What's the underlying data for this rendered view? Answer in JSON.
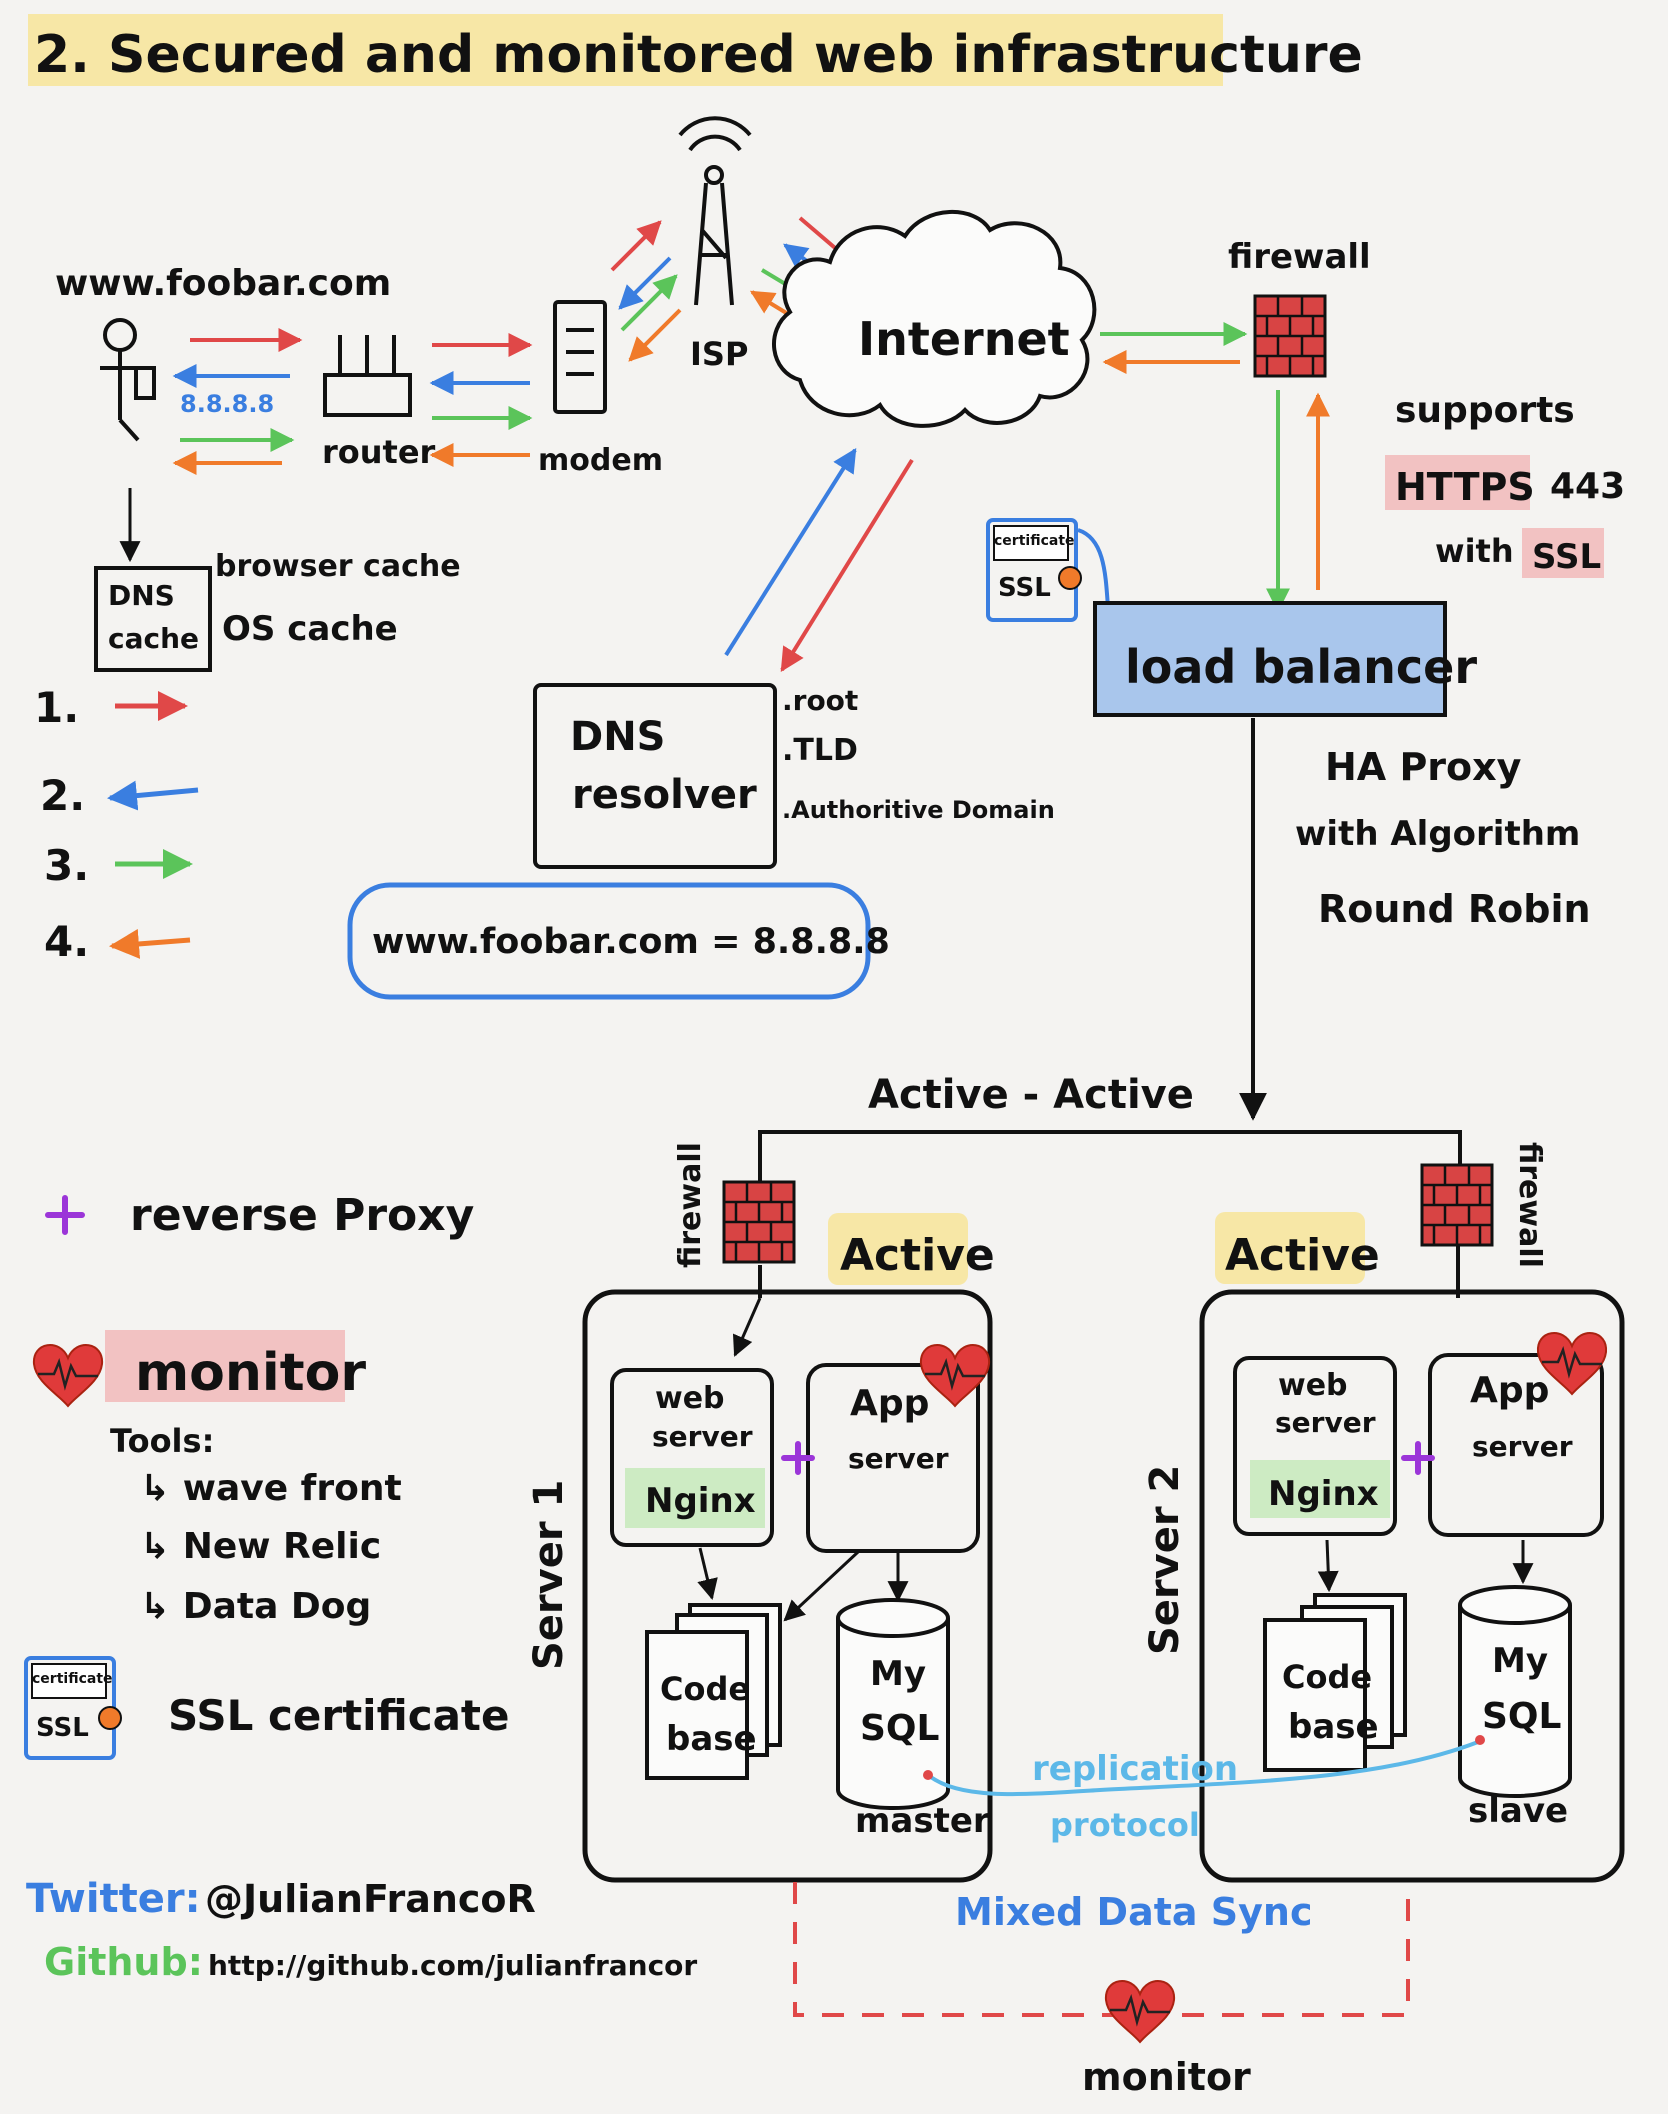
{
  "title": "2. Secured and monitored web infrastructure",
  "client": {
    "domain": "www.foobar.com",
    "ip": "8.8.8.8"
  },
  "dns_cache": {
    "box": [
      "DNS",
      "cache"
    ],
    "browser": "browser cache",
    "os": "OS cache"
  },
  "network": {
    "router": "router",
    "modem": "modem",
    "isp": "ISP",
    "internet": "Internet",
    "firewall": "firewall"
  },
  "https": {
    "supports": "supports",
    "protocol": "HTTPS",
    "port": "443",
    "with": "with",
    "ssl": "SSL"
  },
  "certificate": {
    "label": "certificate",
    "ssl": "SSL"
  },
  "load_balancer": {
    "label": "load balancer",
    "haproxy": "HA Proxy",
    "algo_1": "with Algorithm",
    "algo_2": "Round Robin"
  },
  "dns_resolver": {
    "label_1": "DNS",
    "label_2": "resolver",
    "levels": [
      ".root",
      ".TLD",
      ".Authoritive Domain"
    ],
    "record": "www.foobar.com = 8.8.8.8"
  },
  "legend": {
    "steps": [
      {
        "num": "1.",
        "color": "#e04848",
        "dir": "right"
      },
      {
        "num": "2.",
        "color": "#3a7ee0",
        "dir": "left"
      },
      {
        "num": "3.",
        "color": "#5bc45a",
        "dir": "right"
      },
      {
        "num": "4.",
        "color": "#f07a2a",
        "dir": "left"
      }
    ],
    "reverse_proxy": "reverse Proxy",
    "monitor": "monitor",
    "tools_title": "Tools:",
    "tools": [
      "↳ wave front",
      "↳ New Relic",
      "↳ Data Dog"
    ],
    "ssl_certificate": "SSL certificate"
  },
  "cluster": {
    "mode": "Active - Active",
    "firewall": "firewall",
    "servers": [
      {
        "name": "Server 1",
        "status": "Active",
        "web": [
          "web",
          "server"
        ],
        "nginx": "Nginx",
        "app": [
          "App",
          "server"
        ],
        "code": [
          "Code",
          "base"
        ],
        "db": [
          "My",
          "SQL"
        ],
        "role": "master"
      },
      {
        "name": "Server 2",
        "status": "Active",
        "web": [
          "web",
          "server"
        ],
        "nginx": "Nginx",
        "app": [
          "App",
          "server"
        ],
        "code": [
          "Code",
          "base"
        ],
        "db": [
          "My",
          "SQL"
        ],
        "role": "slave"
      }
    ],
    "replication": [
      "replication",
      "protocol"
    ],
    "sync": "Mixed Data Sync",
    "monitor": "monitor"
  },
  "credits": {
    "twitter_label": "Twitter:",
    "twitter_value": "@JulianFrancoR",
    "github_label": "Github:",
    "github_value": "http://github.com/julianfrancor"
  },
  "colors": {
    "red": "#e04848",
    "blue": "#3a7ee0",
    "green": "#5bc45a",
    "orange": "#f07a2a",
    "highlight_yellow": "#f7e7a6",
    "highlight_red": "#f2c2c2",
    "highlight_green": "#cdebc3",
    "lb_fill": "#a9c6ec",
    "firewall_red": "#d84444"
  },
  "icons": [
    "person-icon",
    "router-icon",
    "modem-icon",
    "antenna-icon",
    "cloud-icon",
    "firewall-icon",
    "certificate-icon",
    "heart-monitor-icon",
    "plus-icon",
    "cylinder-icon",
    "stack-of-files-icon"
  ]
}
